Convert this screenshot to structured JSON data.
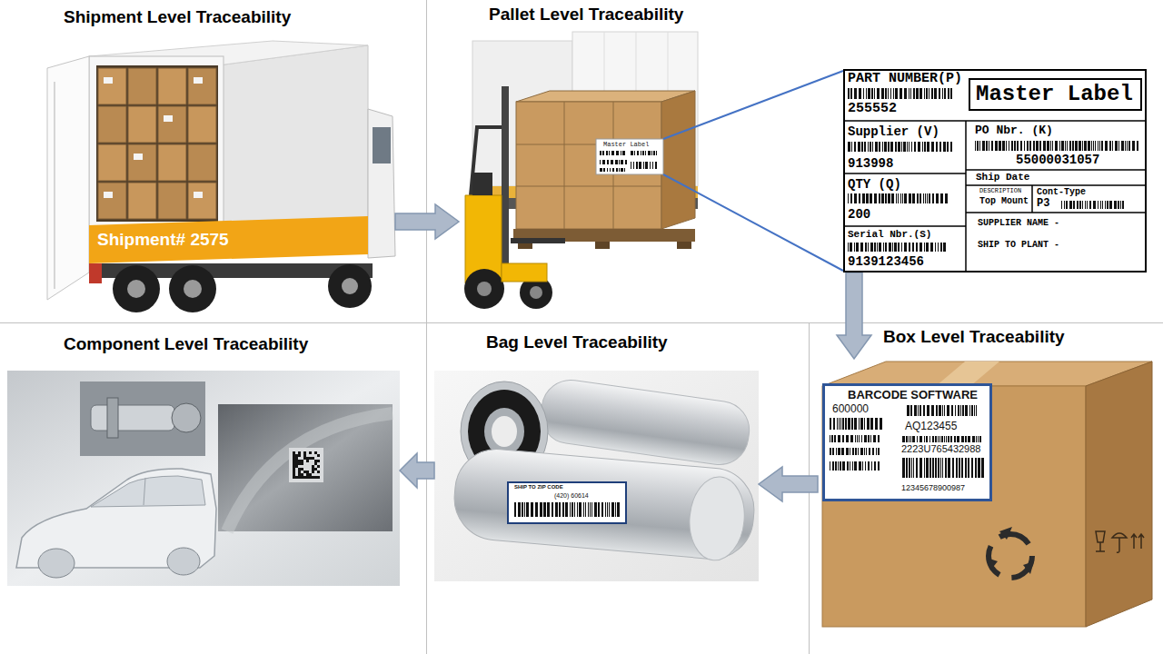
{
  "diagram": {
    "nodes": [
      {
        "text": [
          "Shipment Level Traceability"
        ]
      },
      {
        "text": [
          "Pallet Level Traceability"
        ]
      },
      {
        "text": [
          "PART NUMBER(P)",
          "255552",
          "Supplier (V)",
          "913998",
          "PO Nbr. (K)",
          "55000031057",
          "Ship Date",
          "QTY (Q)",
          "200",
          "DESCRIPTION",
          "Top Mount",
          "Cont-Type",
          "P3",
          "SUPPLIER NAME -",
          "SHIP TO PLANT -",
          "Serial Nbr.(S)",
          "9139123456"
        ]
      },
      {
        "text": [
          "Master Label"
        ],
        "in": 2
      },
      {
        "text": [
          "Box Level Traceability"
        ]
      },
      {
        "text": [
          "BARCODE SOFTWARE",
          "600000",
          "AQ123455",
          "2223U765432988",
          "12345678900987"
        ],
        "in": 4
      },
      {
        "text": [
          "Bag Level Traceability"
        ]
      },
      {
        "text": [
          "SHIP TO ZIP CODE",
          "(420) 60614"
        ],
        "in": 6
      },
      {
        "text": [
          "Component Level Traceability"
        ]
      }
    ],
    "edges": [
      {
        "from": 0,
        "to": 1,
        "arrow": "to"
      },
      {
        "from": 2,
        "to": 4,
        "arrow": "to"
      },
      {
        "from": 4,
        "to": 6,
        "arrow": "to"
      },
      {
        "from": 6,
        "to": 8,
        "arrow": "to"
      }
    ],
    "labels": [
      "Shipment# 2575",
      "Master Label"
    ]
  }
}
